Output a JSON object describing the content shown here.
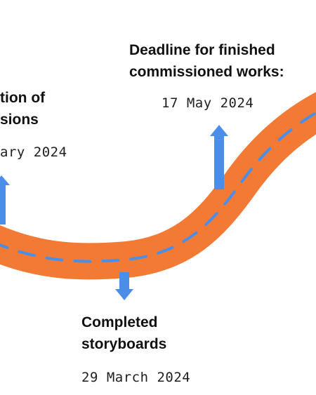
{
  "milestones": [
    {
      "title_line1": "Deadline for finished",
      "title_line2": "commissioned works:",
      "date": "17 May 2024"
    },
    {
      "title_line1": "tion of",
      "title_line2": "sions",
      "date": "ary 2024"
    },
    {
      "title_line1": "Completed",
      "title_line2": "storyboards",
      "date": "29 March 2024"
    }
  ],
  "colors": {
    "road": "#f37a34",
    "lane_dash": "#4a8ee8",
    "arrow": "#4a8ee8",
    "text": "#111111"
  }
}
